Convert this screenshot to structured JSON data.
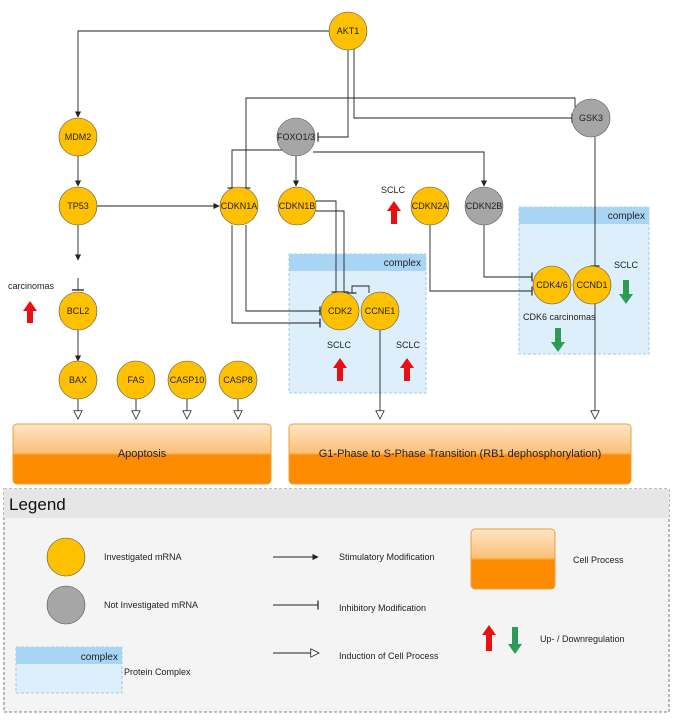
{
  "colors": {
    "investigated": "#FFC000",
    "not_investigated": "#A6A6A6",
    "up": "#E81010",
    "down": "#2E9B55",
    "complex_fill": "#DDEFFB",
    "complex_header": "#A9D5F5",
    "process_top": "#FDE2BE",
    "process_bottom": "#FF8C00"
  },
  "nodes": {
    "akt1": "AKT1",
    "mdm2": "MDM2",
    "tp53": "TP53",
    "bcl2": "BCL2",
    "bax": "BAX",
    "fas": "FAS",
    "casp10": "CASP10",
    "casp8": "CASP8",
    "foxo": "FOXO1/3",
    "gsk3": "GSK3",
    "cdkn1a": "CDKN1A",
    "cdkn1b": "CDKN1B",
    "cdkn2a": "CDKN2A",
    "cdkn2b": "CDKN2B",
    "cdk2": "CDK2",
    "ccne1": "CCNE1",
    "cdk46": "CDK4/6",
    "ccnd1": "CCND1"
  },
  "complex_label": "complex",
  "annotations": {
    "carcinomas": "carcinomas",
    "sclc_cdkn2a": "SCLC",
    "sclc_cdk2": "SCLC",
    "sclc_ccne1": "SCLC",
    "sclc_ccnd1": "SCLC",
    "cdk6_carcinomas": "CDK6 carcinomas"
  },
  "processes": {
    "apoptosis": "Apoptosis",
    "g1s": "G1-Phase to S-Phase Transition (RB1 dephosphorylation)"
  },
  "legend": {
    "title": "Legend",
    "investigated": "Investigated mRNA",
    "not_investigated": "Not Investigated mRNA",
    "complex": "complex",
    "protein_complex": "Protein Complex",
    "stimulatory": "Stimulatory Modification",
    "inhibitory": "Inhibitory Modification",
    "induction": "Induction of Cell Process",
    "cell_process": "Cell Process",
    "updown": "Up- / Downregulation"
  }
}
